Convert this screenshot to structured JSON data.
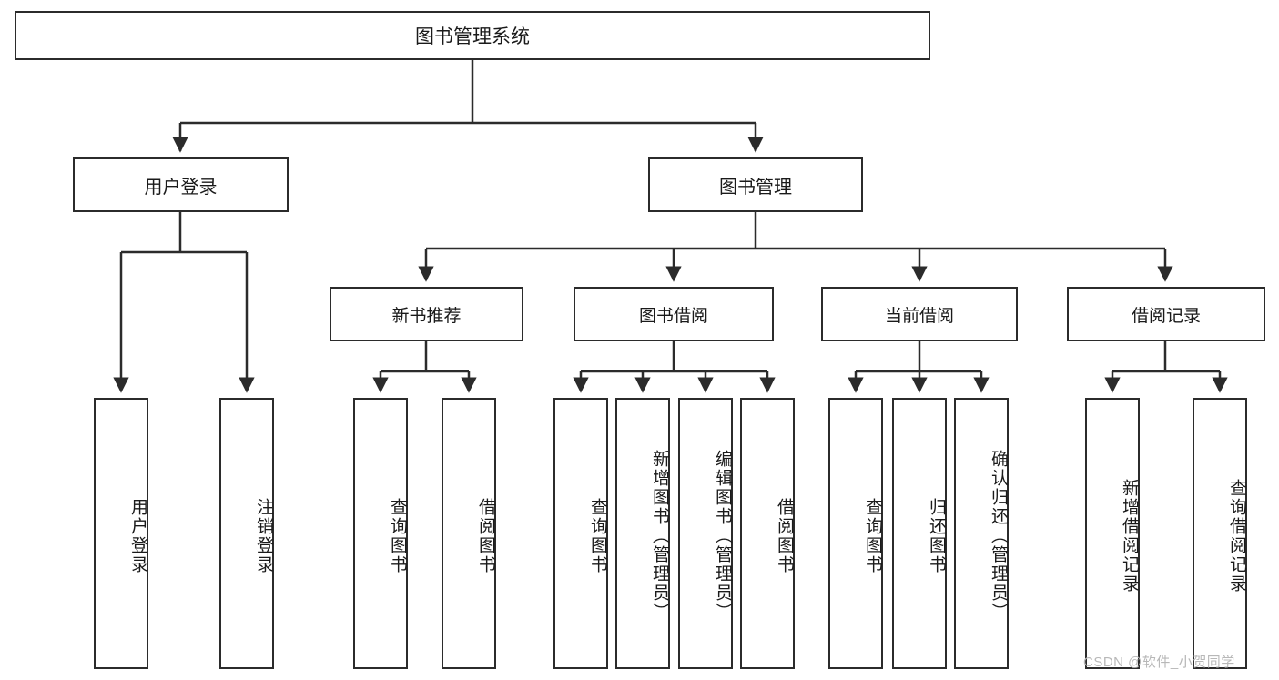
{
  "diagram": {
    "type": "tree",
    "title": "图书管理系统",
    "watermark": "CSDN @软件_小贺同学",
    "colors": {
      "stroke": "#2b2b2b",
      "fill": "#ffffff",
      "text": "#1a1a1a",
      "watermark": "#b8b8b8"
    },
    "root": {
      "label": "图书管理系统"
    },
    "level2": [
      {
        "label": "用户登录"
      },
      {
        "label": "图书管理"
      }
    ],
    "level3": [
      {
        "label": "新书推荐"
      },
      {
        "label": "图书借阅"
      },
      {
        "label": "当前借阅"
      },
      {
        "label": "借阅记录"
      }
    ],
    "leaves": {
      "user_login": [
        {
          "label": "用户登录"
        },
        {
          "label": "注销登录"
        }
      ],
      "new_book_recommend": [
        {
          "label": "查询图书"
        },
        {
          "label": "借阅图书"
        }
      ],
      "book_borrow": [
        {
          "label": "查询图书"
        },
        {
          "label": "新增图书（管理员）"
        },
        {
          "label": "编辑图书（管理员）"
        },
        {
          "label": "借阅图书"
        }
      ],
      "current_borrow": [
        {
          "label": "查询图书"
        },
        {
          "label": "归还图书"
        },
        {
          "label": "确认归还（管理员）"
        }
      ],
      "borrow_record": [
        {
          "label": "新增借阅记录"
        },
        {
          "label": "查询借阅记录"
        }
      ]
    }
  }
}
